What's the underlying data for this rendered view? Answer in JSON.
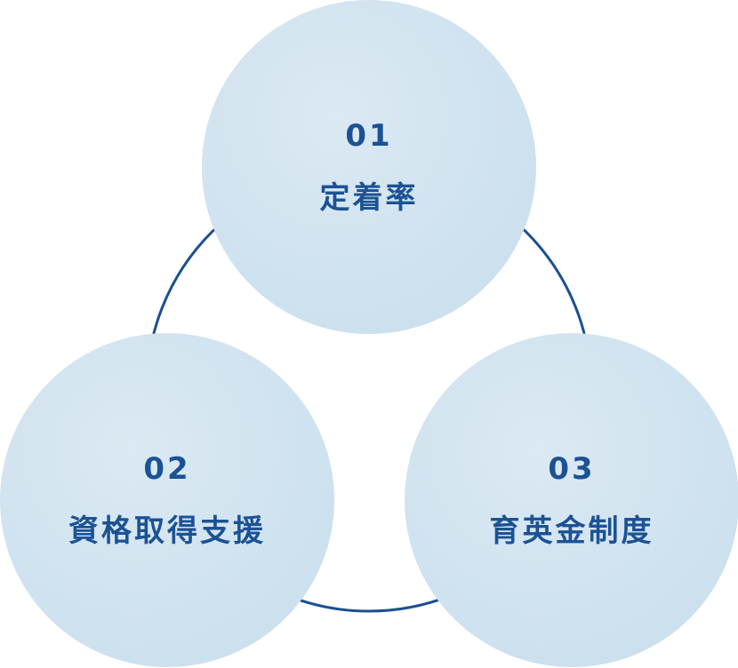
{
  "colors": {
    "ring": "#1b4f92",
    "text": "#1b5294",
    "circle": "#cfe2ef"
  },
  "items": [
    {
      "number": "01",
      "label": "定着率"
    },
    {
      "number": "02",
      "label": "資格取得支援"
    },
    {
      "number": "03",
      "label": "育英金制度"
    }
  ]
}
